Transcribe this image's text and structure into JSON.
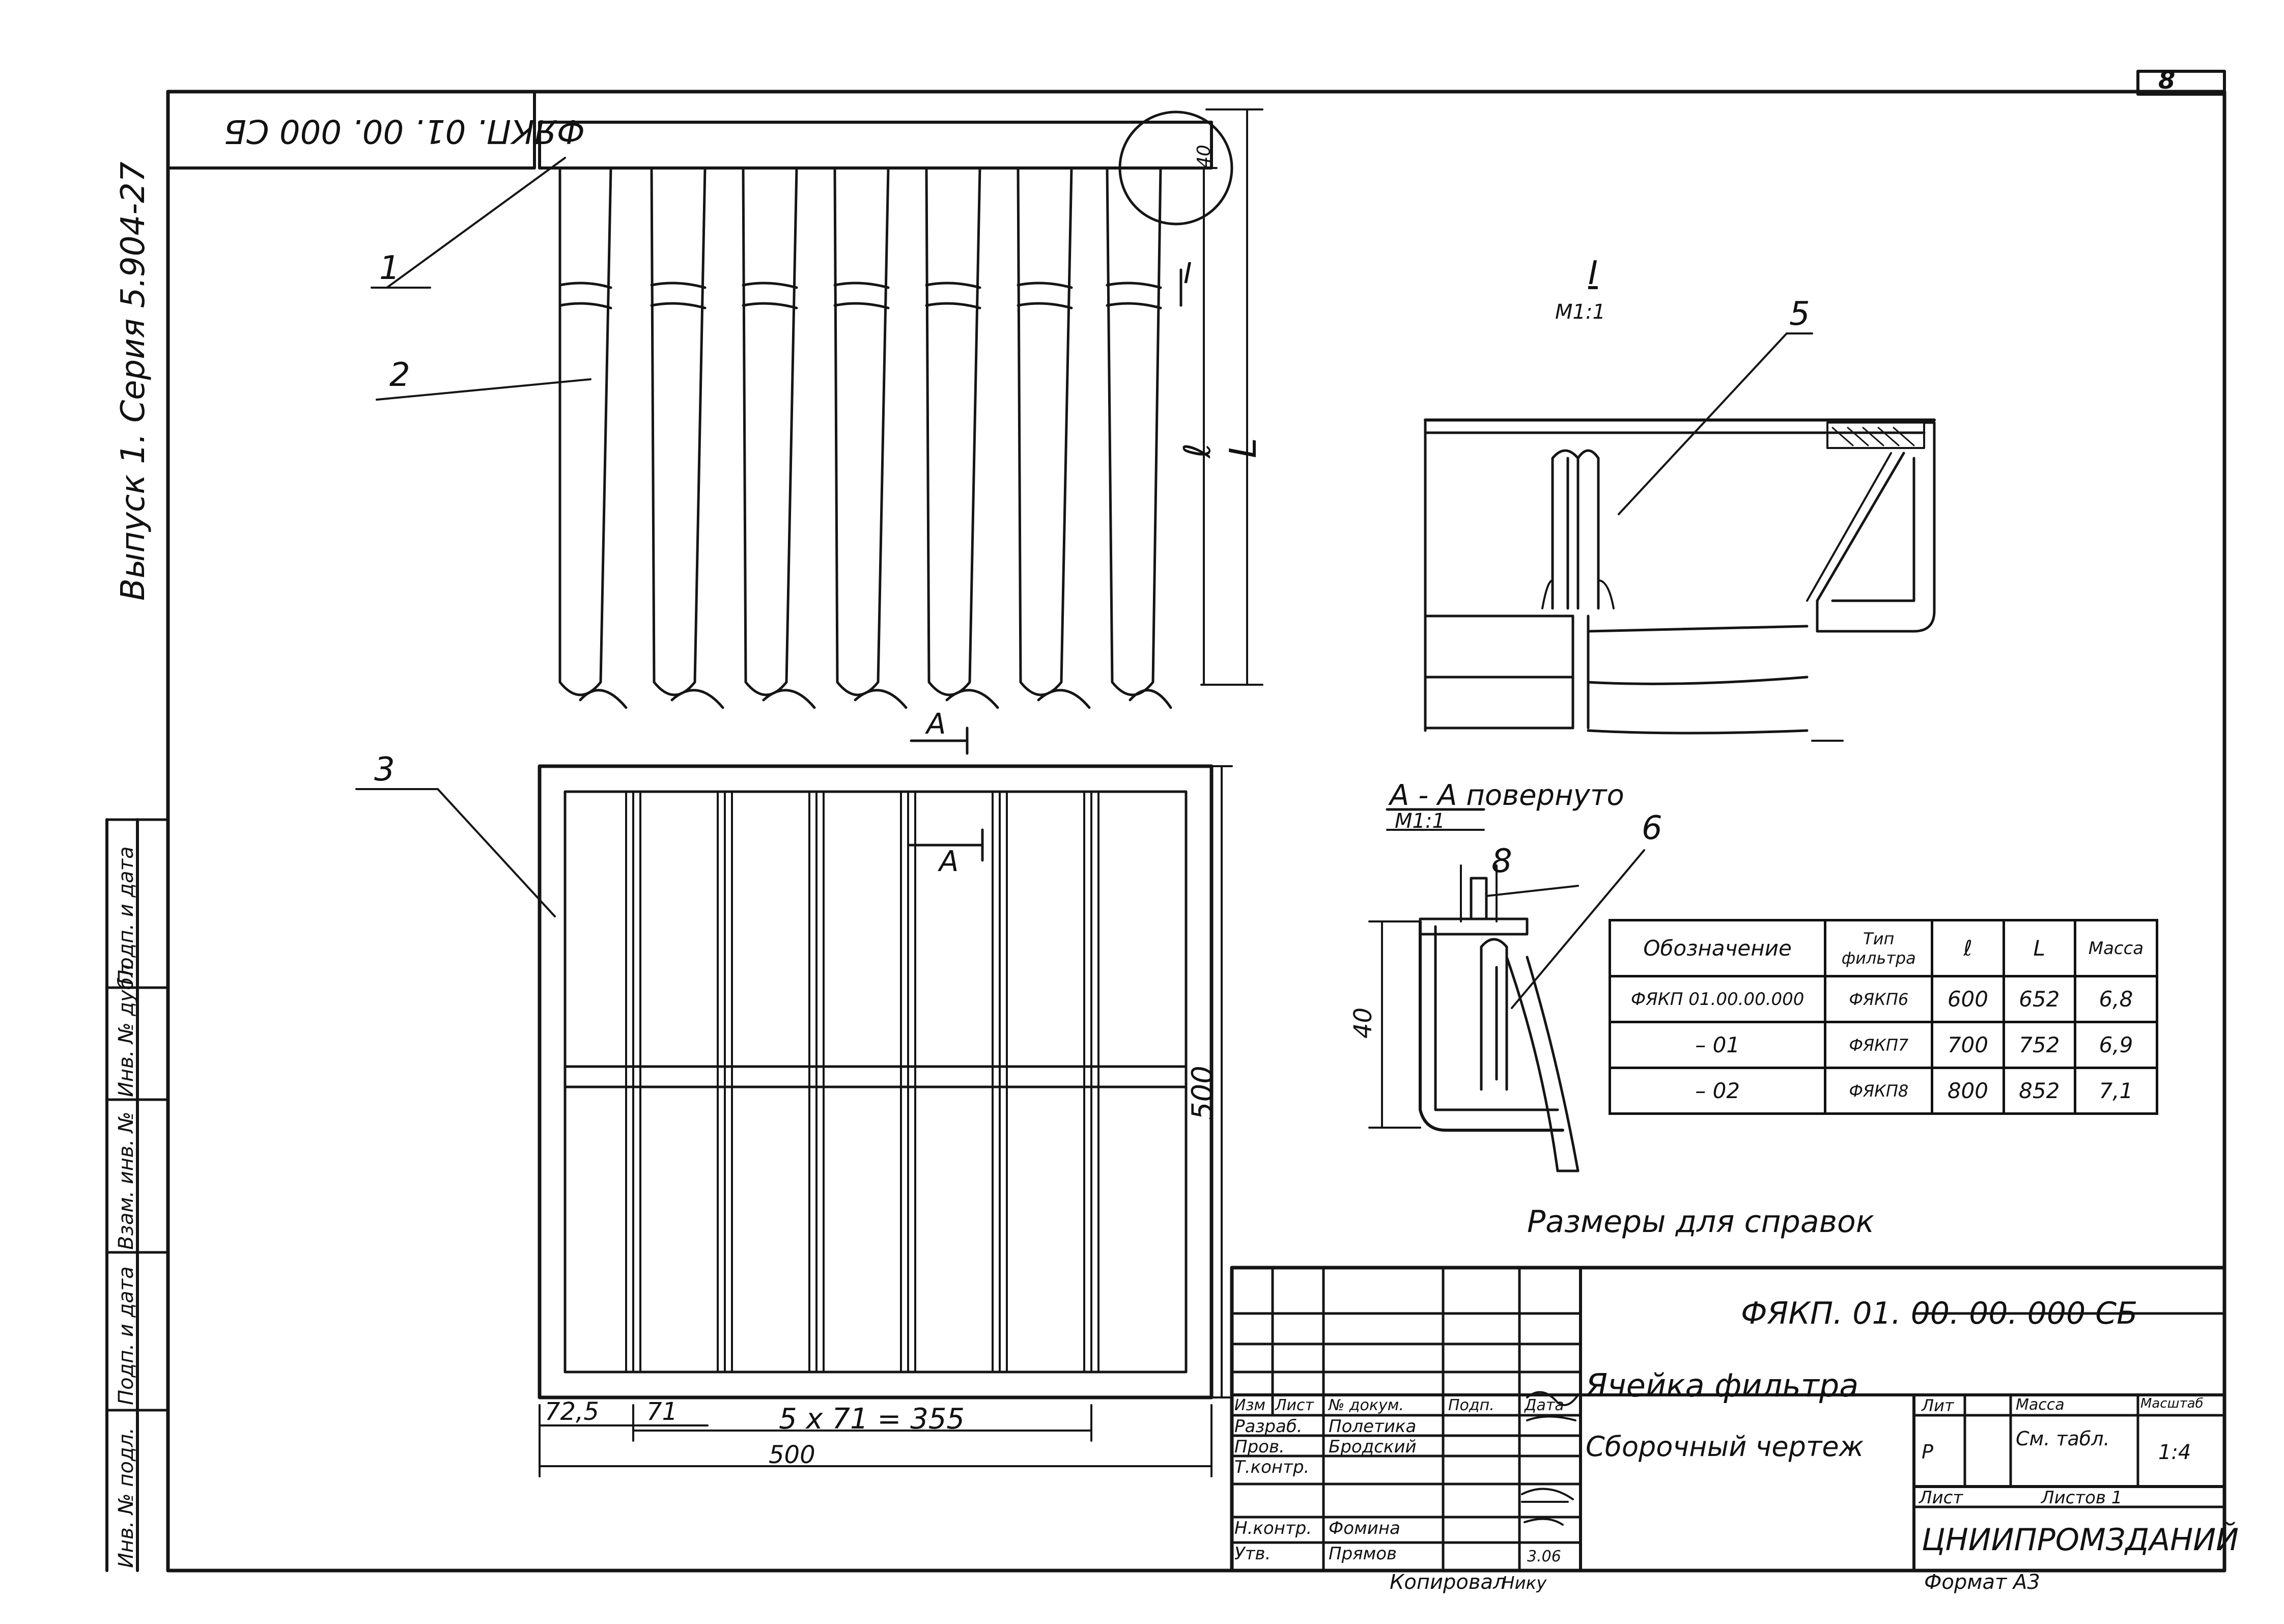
{
  "sheet": {
    "corner_number": "8",
    "top_code_rotated": "ФЯКП. 01. 00. 000 СБ",
    "series_label": "Выпуск 1. Серия 5.904-27",
    "side_stamp_labels": [
      "Инв. № подл.",
      "Подп. и дата",
      "Взам. инв. №",
      "Инв. № дубл.",
      "Подп. и дата"
    ]
  },
  "callouts": {
    "c1": "1",
    "c2": "2",
    "c3": "3",
    "c5": "5",
    "c6": "6",
    "c8": "8",
    "section_I": "I",
    "section_I_scale": "М1:1",
    "detail_mark": "I",
    "aa_label": "А - А повернуто",
    "aa_scale": "М1:1",
    "a_top": "А",
    "a_front": "А"
  },
  "dimensions": {
    "l_small": "ℓ",
    "l_big": "L",
    "d_500_right": "500",
    "d_725": "72,5",
    "d_71": "71",
    "d_5x71": "5 x 71 = 355",
    "d_500_bottom": "500",
    "d_40": "40",
    "d_40_detail": "40"
  },
  "spec_table": {
    "headers": [
      "Обозначение",
      "Тип фильтра",
      "ℓ",
      "L",
      "Масса"
    ],
    "rows": [
      [
        "ФЯКП 01.00.00.000",
        "ФЯКП6",
        "600",
        "652",
        "6,8"
      ],
      [
        "– 01",
        "ФЯКП7",
        "700",
        "752",
        "6,9"
      ],
      [
        "– 02",
        "ФЯКП8",
        "800",
        "852",
        "7,1"
      ]
    ]
  },
  "note": "Размеры для справок",
  "title_block": {
    "code": "ФЯКП. 01. 00. 00. 000 СБ",
    "name_line1": "Ячейка фильтра",
    "name_line2": "Сборочный чертеж",
    "col_headers": [
      "Изм",
      "Лист",
      "№ докум.",
      "Подп.",
      "Дата"
    ],
    "rows": [
      {
        "role": "Разраб.",
        "name": "Полетика"
      },
      {
        "role": "Пров.",
        "name": "Бродский"
      },
      {
        "role": "Т.контр.",
        "name": ""
      },
      {
        "role": "Н.контр.",
        "name": "Фомина"
      },
      {
        "role": "Утв.",
        "name": "Прямов"
      }
    ],
    "date_small": "3.06",
    "lit_header": "Лит",
    "mass_header": "Масса",
    "scale_header": "Масштаб",
    "lit_value": "Р",
    "mass_value": "См. табл.",
    "scale_value": "1:4",
    "sheet_label": "Лист",
    "sheets_label": "Листов 1",
    "org": "ЦНИИПРОМЗДАНИЙ"
  },
  "footer": {
    "copied": "Копировал",
    "copied_name": "Нику",
    "format": "Формат А3"
  }
}
